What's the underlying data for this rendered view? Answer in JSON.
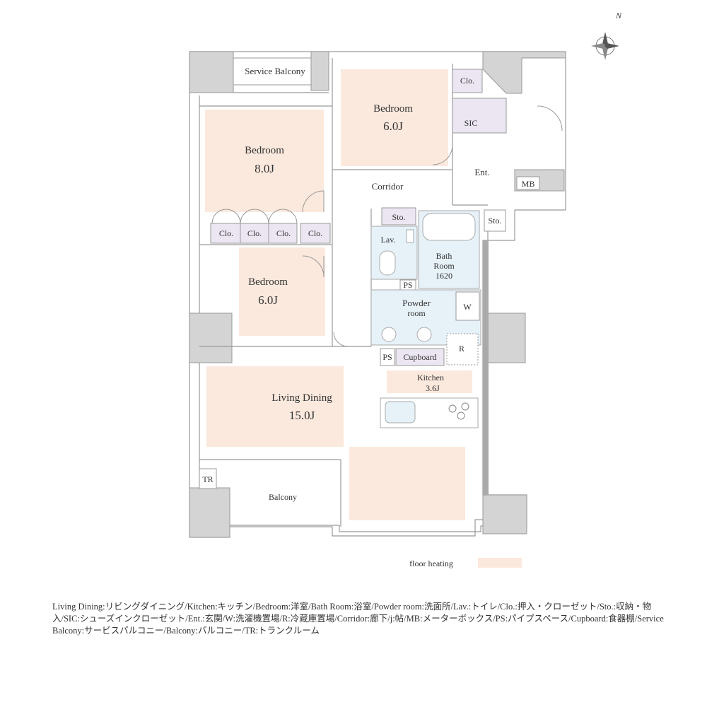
{
  "rooms": {
    "service_balcony": "Service Balcony",
    "bedroom_1_label": "Bedroom",
    "bedroom_1_size": "8.0J",
    "bedroom_2_label": "Bedroom",
    "bedroom_2_size": "6.0J",
    "bedroom_3_label": "Bedroom",
    "bedroom_3_size": "6.0J",
    "living_label": "Living Dining",
    "living_size": "15.0J",
    "kitchen_label": "Kitchen",
    "kitchen_size": "3.6J",
    "corridor": "Corridor",
    "entrance": "Ent.",
    "mb": "MB",
    "sic": "SIC",
    "lav": "Lav.",
    "bath_line1": "Bath",
    "bath_line2": "Room",
    "bath_line3": "1620",
    "powder_line1": "Powder",
    "powder_line2": "room",
    "washer": "W",
    "refrigerator": "R",
    "ps_1": "PS",
    "ps_2": "PS",
    "cupboard": "Cupboard",
    "balcony": "Balcony",
    "trunk_room": "TR",
    "sto_1": "Sto.",
    "sto_2": "Sto.",
    "clo_1": "Clo.",
    "clo_2": "Clo.",
    "clo_3": "Clo.",
    "clo_4": "Clo.",
    "clo_5": "Clo."
  },
  "legend": {
    "floor_heating_label": "floor heating",
    "floor_heating_color": "#fbe9dd"
  },
  "compass_label": "N",
  "glossary": "Living Dining:リビングダイニング/Kitchen:キッチン/Bedroom:洋室/Bath Room:浴室/Powder room:洗面所/Lav.:トイレ/Clo.:押入・クローゼット/Sto.:収納・物入/SIC:シューズインクローゼット/Ent.:玄関/W:洗濯機置場/R:冷蔵庫置場/Corridor:廊下/j:帖/MB:メーターボックス/PS:パイプスペース/Cupboard:食器棚/Service Balcony:サービスバルコニー/Balcony:バルコニー/TR:トランクルーム",
  "colors": {
    "floor_heating": "#fbe9dd",
    "closet": "#ebe6f2",
    "wet_area": "#e6f1f8",
    "wall": "#d4d4d4"
  }
}
